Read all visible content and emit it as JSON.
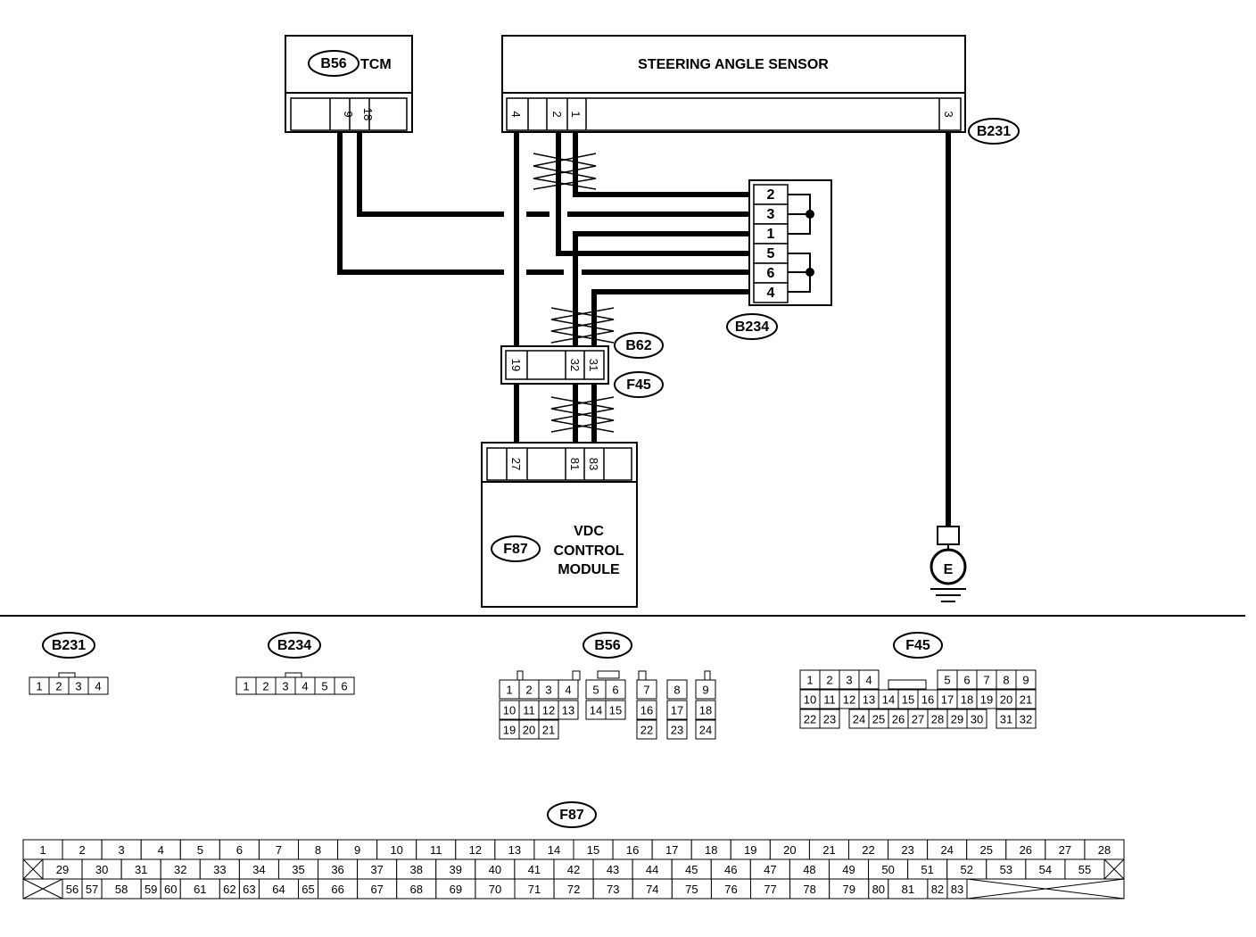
{
  "components": {
    "tcm": {
      "code": "B56",
      "name": "TCM",
      "pins": [
        "9",
        "18"
      ]
    },
    "sas": {
      "name": "STEERING ANGLE SENSOR",
      "code": "B231",
      "pins": [
        "4",
        "2",
        "1",
        "3"
      ]
    },
    "b234": {
      "code": "B234",
      "pins": [
        "2",
        "3",
        "1",
        "5",
        "6",
        "4"
      ]
    },
    "b62": {
      "code": "B62",
      "pins": [
        "19",
        "32",
        "31"
      ]
    },
    "f45": {
      "code": "F45"
    },
    "vdc": {
      "code": "F87",
      "name_lines": [
        "VDC",
        "CONTROL",
        "MODULE"
      ],
      "pins": [
        "27",
        "81",
        "83"
      ]
    },
    "ground": {
      "symbol": "E"
    }
  },
  "connectors": {
    "b231": {
      "label": "B231",
      "pins": [
        "1",
        "2",
        "3",
        "4"
      ]
    },
    "b234": {
      "label": "B234",
      "pins": [
        "1",
        "2",
        "3",
        "4",
        "5",
        "6"
      ]
    },
    "b56": {
      "label": "B56",
      "row1": [
        "1",
        "2",
        "3",
        "4",
        "5",
        "6",
        "7",
        "8",
        "9"
      ],
      "row2": [
        "10",
        "11",
        "12",
        "13",
        "14",
        "15",
        "16",
        "17",
        "18"
      ],
      "row3": [
        "19",
        "20",
        "21",
        "22",
        "23",
        "24"
      ]
    },
    "f45": {
      "label": "F45",
      "row1": [
        "1",
        "2",
        "3",
        "4",
        "5",
        "6",
        "7",
        "8",
        "9"
      ],
      "row2": [
        "10",
        "11",
        "12",
        "13",
        "14",
        "15",
        "16",
        "17",
        "18",
        "19",
        "20",
        "21"
      ],
      "row3": [
        "22",
        "23",
        "24",
        "25",
        "26",
        "27",
        "28",
        "29",
        "30",
        "31",
        "32"
      ]
    },
    "f87": {
      "label": "F87",
      "row1": [
        "1",
        "2",
        "3",
        "4",
        "5",
        "6",
        "7",
        "8",
        "9",
        "10",
        "11",
        "12",
        "13",
        "14",
        "15",
        "16",
        "17",
        "18",
        "19",
        "20",
        "21",
        "22",
        "23",
        "24",
        "25",
        "26",
        "27",
        "28"
      ],
      "row2": [
        "29",
        "30",
        "31",
        "32",
        "33",
        "34",
        "35",
        "36",
        "37",
        "38",
        "39",
        "40",
        "41",
        "42",
        "43",
        "44",
        "45",
        "46",
        "47",
        "48",
        "49",
        "50",
        "51",
        "52",
        "53",
        "54",
        "55"
      ],
      "row3": [
        "56",
        "57",
        "58",
        "59",
        "60",
        "61",
        "62",
        "63",
        "64",
        "65",
        "66",
        "67",
        "68",
        "69",
        "70",
        "71",
        "72",
        "73",
        "74",
        "75",
        "76",
        "77",
        "78",
        "79",
        "80",
        "81",
        "82",
        "83"
      ]
    }
  }
}
